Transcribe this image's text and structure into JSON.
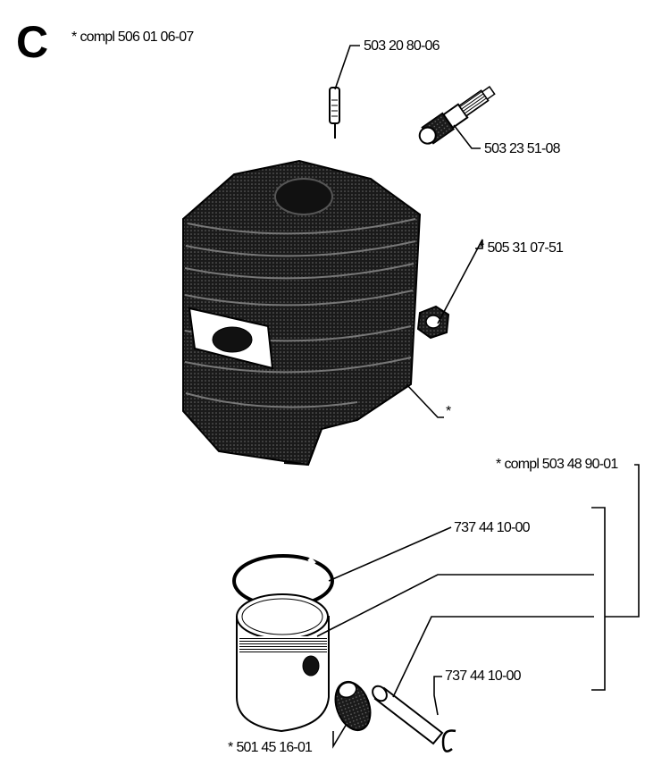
{
  "section": {
    "letter": "C",
    "assembly_label": "compl 506 01 06-07",
    "asterisk": "*"
  },
  "parts": {
    "stud": {
      "number": "503 20 80-06"
    },
    "spark_plug": {
      "number": "503 23 51-08"
    },
    "nut": {
      "number": "505 31 07-51",
      "asterisk": "*"
    },
    "cylinder": {
      "asterisk": "*"
    },
    "piston_kit": {
      "label": "compl 503 48 90-01",
      "asterisk": "*"
    },
    "piston_ring": {
      "number": "737 44 10-00"
    },
    "circlip": {
      "number": "737 44 10-00"
    },
    "needle_bearing": {
      "number": "501 45 16-01",
      "asterisk": "*"
    }
  },
  "icons": [
    "cylinder-icon",
    "stud-icon",
    "spark-plug-icon",
    "nut-icon",
    "piston-ring-icon",
    "piston-icon",
    "needle-bearing-icon",
    "piston-pin-icon",
    "circlip-icon"
  ]
}
